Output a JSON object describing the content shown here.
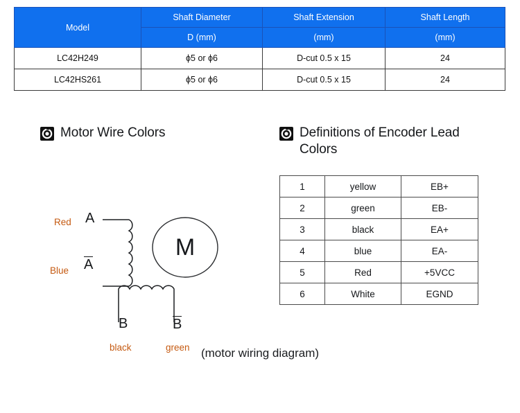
{
  "spec_table": {
    "headers": {
      "model": "Model",
      "shaft_diameter": "Shaft Diameter",
      "shaft_extension": "Shaft Extension",
      "shaft_length": "Shaft Length",
      "diameter_unit": "D (mm)",
      "extension_unit": "(mm)",
      "length_unit": "(mm)"
    },
    "rows": [
      {
        "model": "LC42H249",
        "diameter": "ϕ5 or ϕ6",
        "extension": "D-cut 0.5 x 15",
        "length": "24"
      },
      {
        "model": "LC42HS261",
        "diameter": "ϕ5 or ϕ6",
        "extension": "D-cut 0.5 x 15",
        "length": "24"
      }
    ],
    "header_bg": "#1070EE",
    "header_text_color": "#ffffff"
  },
  "motor_section": {
    "icon": "bullseye-icon",
    "title": "Motor Wire Colors",
    "diagram": {
      "phase_a_label": "A",
      "phase_a_bar_label": "A",
      "phase_b_label": "B",
      "phase_b_bar_label": "B",
      "motor_symbol": "M",
      "wire_red": "Red",
      "wire_blue": "Blue",
      "wire_black": "black",
      "wire_green": "green",
      "wire_label_color": "#C55A11"
    }
  },
  "encoder_section": {
    "icon": "bullseye-icon",
    "title": "Definitions of Encoder Lead Colors",
    "rows": [
      {
        "no": "1",
        "color": "yellow",
        "signal": "EB+"
      },
      {
        "no": "2",
        "color": "green",
        "signal": "EB-"
      },
      {
        "no": "3",
        "color": "black",
        "signal": "EA+"
      },
      {
        "no": "4",
        "color": "blue",
        "signal": "EA-"
      },
      {
        "no": "5",
        "color": "Red",
        "signal": "+5VCC"
      },
      {
        "no": "6",
        "color": "White",
        "signal": "EGND"
      }
    ]
  },
  "caption": "(motor wiring diagram)"
}
